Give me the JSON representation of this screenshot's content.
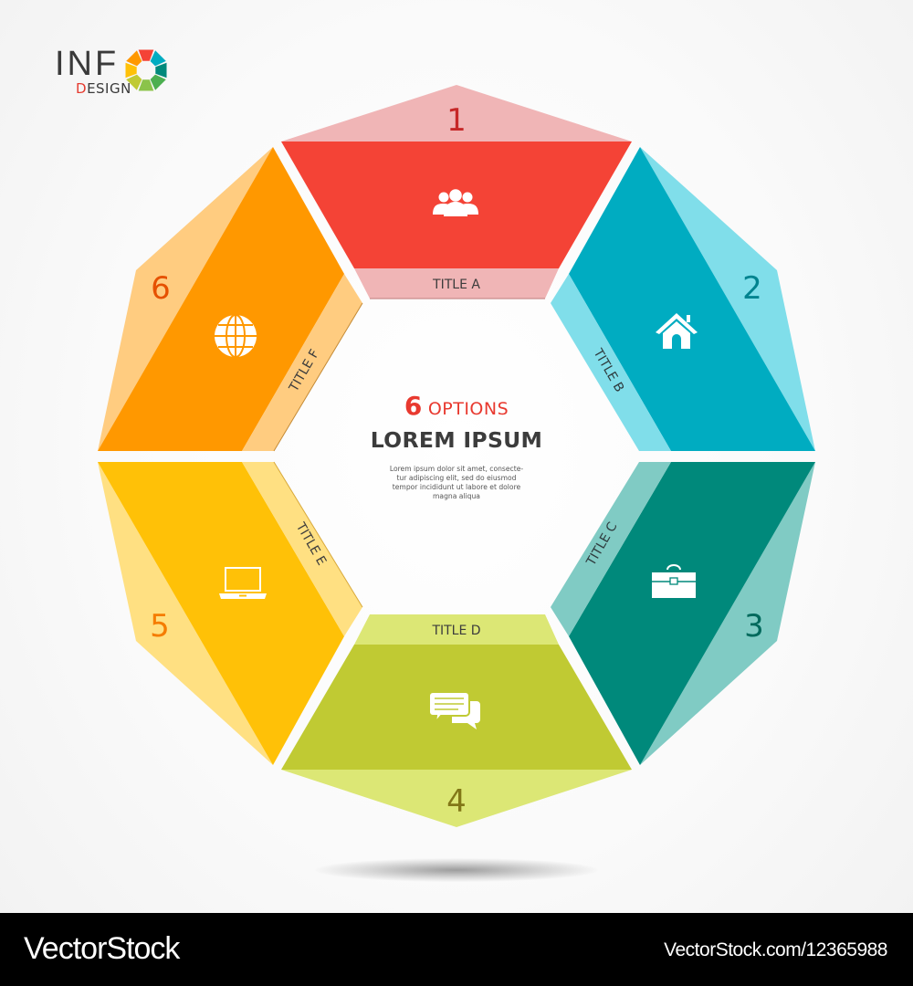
{
  "logo": {
    "inf": "INF",
    "design_first": "D",
    "design_rest": "ESIGN",
    "wheel_colors": [
      "#f44336",
      "#00acc1",
      "#00897b",
      "#4caf50",
      "#8bc34a",
      "#c0ca33",
      "#ffc107",
      "#ff9800"
    ]
  },
  "center": {
    "count": "6",
    "count_label": "OPTIONS",
    "title": "LOREM IPSUM",
    "body_lines": [
      "Lorem ipsum dolor sit amet, consecte-",
      "tur adipiscing elit, sed do eiusmod",
      "tempor incididunt ut labore et dolore",
      "magna aliqua"
    ]
  },
  "segments": [
    {
      "number": "1",
      "title": "TITLE A",
      "icon": "people-icon",
      "color_main": "#f44336",
      "color_light": "#f0b5b6",
      "color_number": "#c62828"
    },
    {
      "number": "2",
      "title": "TITLE B",
      "icon": "home-icon",
      "color_main": "#00acc1",
      "color_light": "#80deea",
      "color_number": "#00838f"
    },
    {
      "number": "3",
      "title": "TITLE C",
      "icon": "briefcase-icon",
      "color_main": "#00897b",
      "color_light": "#80cbc4",
      "color_number": "#00695c"
    },
    {
      "number": "4",
      "title": "TITLE D",
      "icon": "chat-icon",
      "color_main": "#c0ca33",
      "color_light": "#dce775",
      "color_number": "#827717"
    },
    {
      "number": "5",
      "title": "TITLE E",
      "icon": "laptop-icon",
      "color_main": "#ffc107",
      "color_light": "#ffe082",
      "color_number": "#f57c00"
    },
    {
      "number": "6",
      "title": "TITLE F",
      "icon": "globe-icon",
      "color_main": "#ff9800",
      "color_light": "#ffcc80",
      "color_number": "#e65100"
    }
  ],
  "footer": {
    "brand": "VectorStock",
    "url": "VectorStock.com/12365988"
  }
}
